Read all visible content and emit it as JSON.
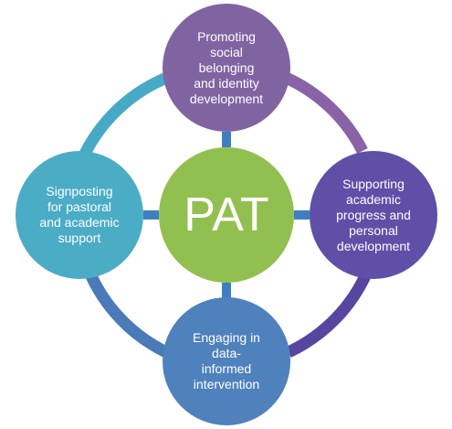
{
  "center": {
    "label": "PAT",
    "color": "#92c050"
  },
  "nodes": [
    {
      "id": "top",
      "label": "Promoting\nsocial\nbelonging\nand identity\ndevelopment",
      "color": "#8064a2"
    },
    {
      "id": "right",
      "label": "Supporting\nacademic\nprogress and\npersonal\ndevelopment",
      "color": "#5f4fa7"
    },
    {
      "id": "bottom",
      "label": "Engaging in\ndata-\ninformed\nintervention",
      "color": "#4f81bd"
    },
    {
      "id": "left",
      "label": "Signposting\nfor pastoral\nand academic\nsupport",
      "color": "#4bacc6"
    }
  ],
  "arcs": {
    "top_right": "#8a62a8",
    "right_bottom": "#5646a0",
    "bottom_left": "#4a7ab8",
    "left_top": "#47a9c6"
  },
  "connectors": {
    "color": "#3d7fc0"
  }
}
